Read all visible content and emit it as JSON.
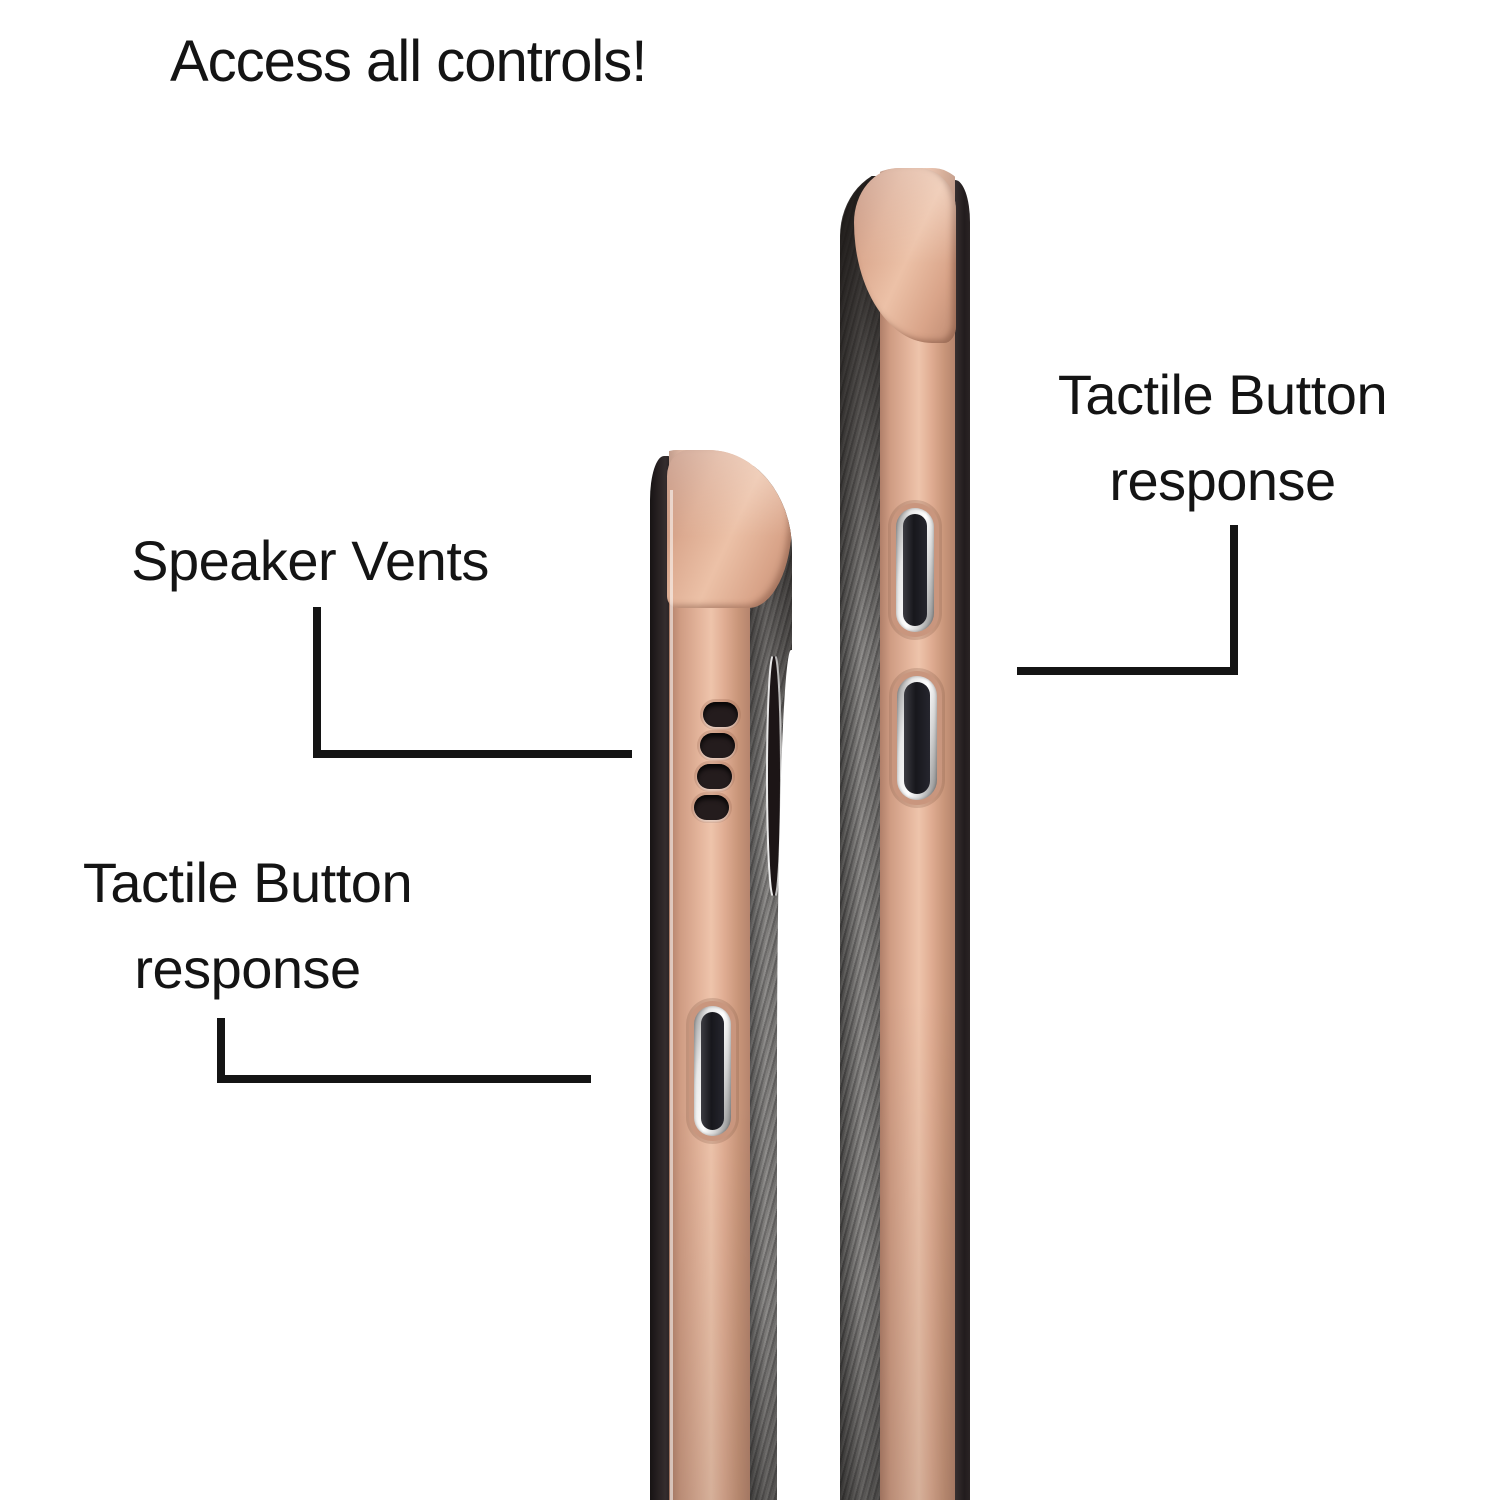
{
  "title": "Access all controls!",
  "callouts": {
    "speaker_vents": {
      "label": "Speaker Vents"
    },
    "tactile_bottom_left": {
      "line1": "Tactile Button",
      "line2": "response"
    },
    "tactile_top_right": {
      "line1": "Tactile Button",
      "line2": "response"
    }
  },
  "phones": {
    "small_case": {
      "description": "short rose-gold case, side view",
      "speaker_vent_holes": 4,
      "side_buttons": 1
    },
    "large_case": {
      "description": "tall rose-gold case, side view",
      "side_buttons": 2
    }
  },
  "colors": {
    "background": "#ffffff",
    "text": "#141414",
    "connector_line": "#141414",
    "rose_gold": "#dfad93",
    "rose_gold_highlight": "#eec4ab",
    "rose_gold_shadow": "#b07f69",
    "carbon_fiber_gray": "#6b6968",
    "case_edge_dark": "#241e1f",
    "button_chrome": "#e8e8e8",
    "button_core_dark": "#1c1c22",
    "vent_hole_dark": "#241c1d"
  }
}
